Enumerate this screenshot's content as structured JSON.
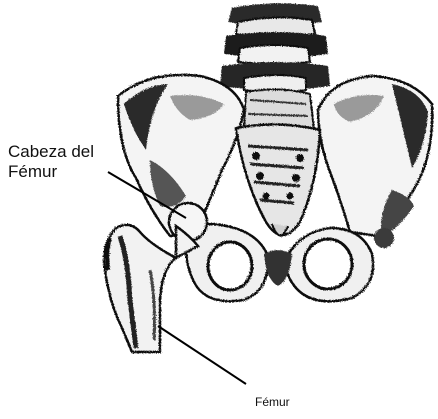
{
  "labels": {
    "femoral_head_line1": "Cabeza del",
    "femoral_head_line2": "Fémur",
    "femur": "Fémur"
  },
  "colors": {
    "bone_fill": "#ffffff",
    "bone_shade": "#3a3a3a",
    "ink": "#000000"
  }
}
